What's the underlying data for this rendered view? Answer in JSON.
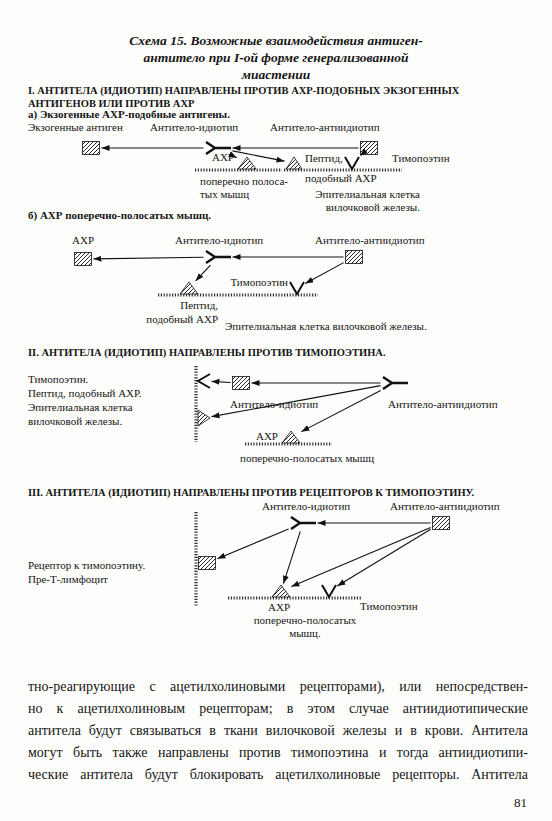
{
  "diagram": {
    "title": "Схема 15. Возможные взаимодействия антиген-антитело при I-ой форме генерализованной миастении",
    "nodes": [
      {
        "text": [
          "Экзогенные антиген"
        ]
      },
      {
        "text": [
          "Антитело-идиотип"
        ]
      },
      {
        "text": [
          "Антитело-антиидиотип"
        ]
      },
      {
        "text": [
          "АХР"
        ]
      },
      {
        "text": [
          "Пептид, подобный АХР"
        ]
      },
      {
        "text": [
          "Тимопоэтин"
        ]
      },
      {
        "text": [
          "АХР"
        ]
      },
      {
        "text": [
          "Антитело-идиотип"
        ]
      },
      {
        "text": [
          "Антитело-антиидиотип"
        ]
      },
      {
        "text": [
          "Пептид, подобный АХР"
        ]
      },
      {
        "text": [
          "Тимопоэтин"
        ]
      },
      {
        "text": [
          "Тимопоэтин."
        ]
      },
      {
        "text": [
          "Пептид, подобный АХР."
        ]
      },
      {
        "text": [
          "Антитело-идиотип"
        ]
      },
      {
        "text": [
          "Антитело-антиидиотип"
        ]
      },
      {
        "text": [
          "АХР"
        ]
      },
      {
        "text": [
          "Антитело-идиотип"
        ]
      },
      {
        "text": [
          "Антитело-антиидиотип"
        ]
      },
      {
        "text": [
          "Рецептор к тимопоэтину.",
          "Пре-Т-лимфоцит"
        ]
      },
      {
        "text": [
          "АХР"
        ]
      },
      {
        "text": [
          "Тимопоэтин"
        ]
      }
    ],
    "edges": [
      {
        "from": 1,
        "to": 0,
        "arrow": "to"
      },
      {
        "from": 1,
        "to": 3,
        "arrow": "to"
      },
      {
        "from": 1,
        "to": 4,
        "arrow": "to"
      },
      {
        "from": 2,
        "to": 1,
        "arrow": "to"
      },
      {
        "from": 2,
        "to": 5,
        "arrow": "to"
      },
      {
        "from": 7,
        "to": 6,
        "arrow": "to"
      },
      {
        "from": 8,
        "to": 7,
        "arrow": "to"
      },
      {
        "from": 7,
        "to": 9,
        "arrow": "to"
      },
      {
        "from": 8,
        "to": 10,
        "arrow": "to"
      },
      {
        "from": 13,
        "to": 11,
        "arrow": "to"
      },
      {
        "from": 14,
        "to": 13,
        "arrow": "to"
      },
      {
        "from": 14,
        "to": 12,
        "arrow": "to"
      },
      {
        "from": 14,
        "to": 15,
        "arrow": "to"
      },
      {
        "from": 17,
        "to": 16,
        "arrow": "to"
      },
      {
        "from": 16,
        "to": 18,
        "arrow": "to"
      },
      {
        "from": 16,
        "to": 19,
        "arrow": "to"
      },
      {
        "from": 17,
        "to": 20,
        "arrow": "to"
      },
      {
        "from": 17,
        "to": 19,
        "arrow": "to"
      }
    ],
    "labels": [
      "I. АНТИТЕЛА (ИДИОТИП) НАПРАВЛЕНЫ ПРОТИВ АХР-ПОДОБНЫХ ЭКЗОГЕННЫХ АНТИГЕНОВ ИЛИ ПРОТИВ АХР",
      "а) Экзогенные АХР-подобные антигены.",
      "поперечно полоса- тых мышц",
      "Эпителиальная клетка вилочковой железы.",
      "б) АХР поперечно-полосатых мышц.",
      "Эпителиальная клетка вилочковой железы.",
      "II. АНТИТЕЛА (ИДИОТИП) НАПРАВЛЕНЫ ПРОТИВ ТИМОПОЭТИНА.",
      "Эпителиальная клетка вилочковой железы.",
      "поперечно-полосатых мышц",
      "III. АНТИТЕЛА (ИДИОТИП) НАПРАВЛЕНЫ ПРОТИВ РЕЦЕПТОРОВ К ТИМОПОЭТИНУ.",
      "поперечно-полосатых мышц.",
      "тно-реагирующие с ацетилхолиновыми рецепторами), или непосредствен-",
      "но к ацетилхолиновым рецепторам; в этом случае антиидиотипические",
      "антитела будут связываться в ткани вилочковой железы и в крови. Антитела",
      "могут быть также направлены против тимопоэтина и тогда антиидиотипи-",
      "ческие антитела будут блокировать ацетилхолиновые рецепторы. Антитела",
      "81"
    ]
  }
}
